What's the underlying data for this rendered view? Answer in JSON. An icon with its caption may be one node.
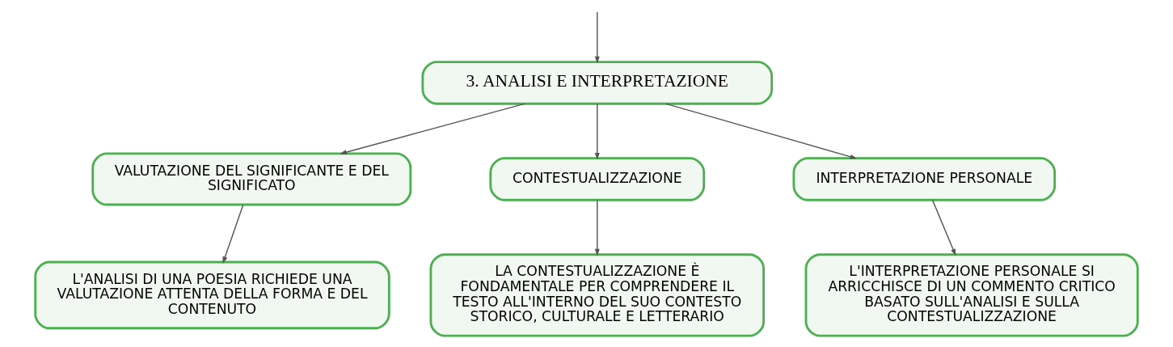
{
  "diagram": {
    "nodes": [
      {
        "text": [
          "3. ANALISI E INTERPRETAZIONE"
        ]
      },
      {
        "text": [
          "VALUTAZIONE DEL SIGNIFICANTE E DEL SIGNIFICATO"
        ]
      },
      {
        "text": [
          "CONTESTUALIZZAZIONE"
        ]
      },
      {
        "text": [
          "INTERPRETAZIONE PERSONALE"
        ]
      },
      {
        "text": [
          "L'ANALISI DI UNA POESIA RICHIEDE UNA VALUTAZIONE ATTENTA DELLA FORMA E DEL CONTENUTO"
        ]
      },
      {
        "text": [
          "LA CONTESTUALIZZAZIONE È FONDAMENTALE PER COMPRENDERE IL TESTO ALL'INTERNO DEL SUO CONTESTO STORICO, CULTURALE E LETTERARIO"
        ]
      },
      {
        "text": [
          "L'INTERPRETAZIONE PERSONALE SI ARRICCHISCE DI UN COMMENTO CRITICO BASATO SULL'ANALISI E SULLA CONTESTUALIZZAZIONE"
        ]
      }
    ],
    "edges": [
      {
        "from": null,
        "to": 0,
        "arrow": "to"
      },
      {
        "from": 0,
        "to": 1,
        "arrow": "to"
      },
      {
        "from": 0,
        "to": 2,
        "arrow": "to"
      },
      {
        "from": 0,
        "to": 3,
        "arrow": "to"
      },
      {
        "from": 1,
        "to": 4,
        "arrow": "to"
      },
      {
        "from": 2,
        "to": 5,
        "arrow": "to"
      },
      {
        "from": 3,
        "to": 6,
        "arrow": "to"
      }
    ]
  }
}
